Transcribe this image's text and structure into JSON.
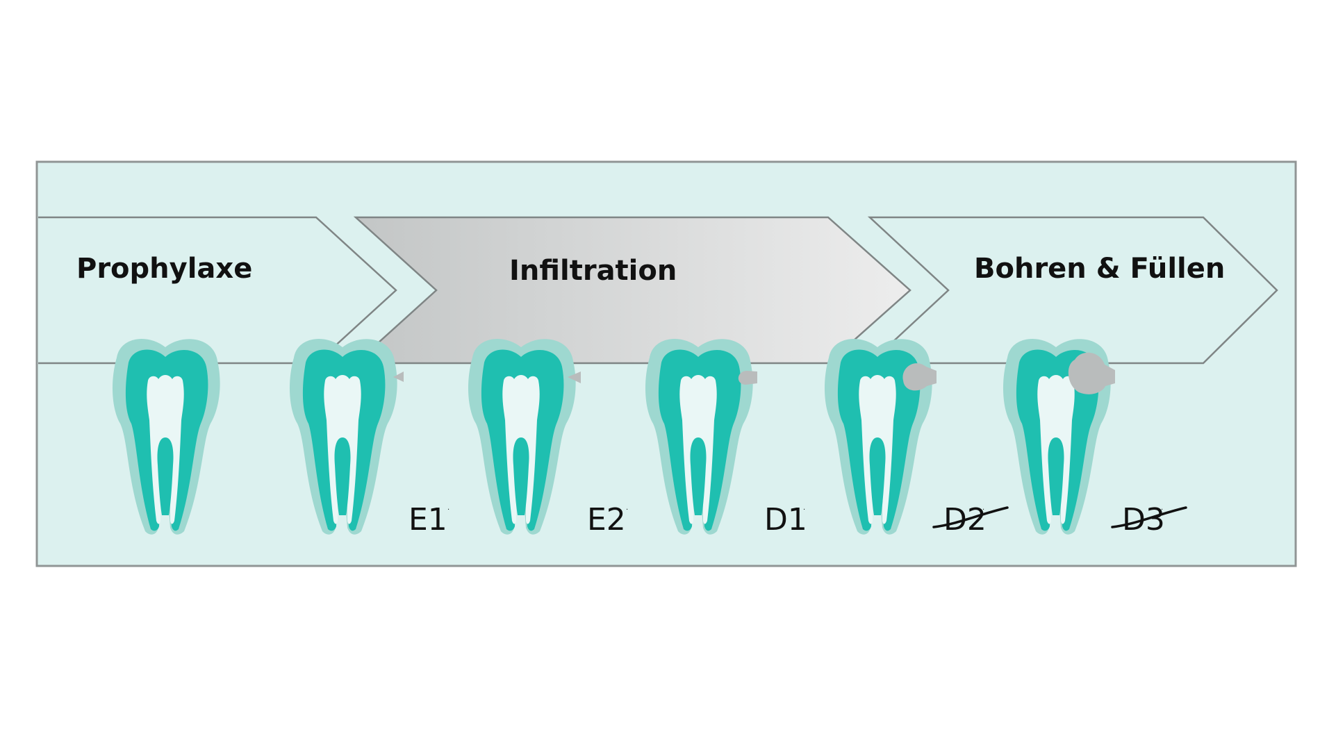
{
  "colors": {
    "panel_fill": "#dcf1ef",
    "panel_border": "#909595",
    "arrow_stroke": "#7f8585",
    "arrow_fill_light": "#dcf1ef",
    "infiltration_gradient": [
      "#c3c6c6",
      "#ededed"
    ],
    "tooth_enamel": "#9ed8d0",
    "tooth_dentin": "#1fbfb0",
    "tooth_pulp": "#eaf7f6",
    "lesion": "#b9bcbc",
    "text": "#111111"
  },
  "phases": [
    {
      "label": "Prophylaxe"
    },
    {
      "label": "Infiltration"
    },
    {
      "label": "Bohren & Füllen"
    }
  ],
  "teeth": [
    {
      "code": "",
      "lesion": "none",
      "crossed": false
    },
    {
      "code": "E1",
      "lesion": "enamel-outer",
      "crossed": false
    },
    {
      "code": "E2",
      "lesion": "enamel-inner",
      "crossed": false
    },
    {
      "code": "D1",
      "lesion": "dentin-outer",
      "crossed": false
    },
    {
      "code": "D2",
      "lesion": "dentin-middle",
      "crossed": true
    },
    {
      "code": "D3",
      "lesion": "dentin-inner",
      "crossed": true
    }
  ]
}
